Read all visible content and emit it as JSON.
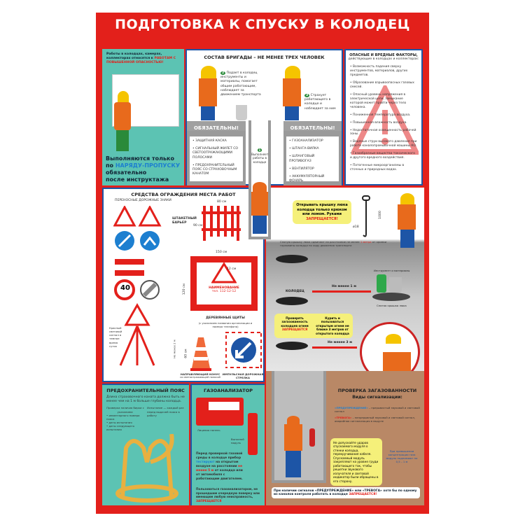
{
  "title": "ПОДГОТОВКА К СПУСКУ В КОЛОДЕЦ",
  "colors": {
    "frame": "#e3201b",
    "teal": "#5cc3b3",
    "blue": "#1d55a6",
    "brown": "#b98866",
    "bubble": "#f5f07a"
  },
  "permit": {
    "intro": "Работы в колодцах, камерах, коллекторах относятся к",
    "intro_red": "РАБОТАМ С ПОВЫШЕННОЙ ОПАСНОСТЬЮ!",
    "line1": "Выполняются только",
    "line2_pre": "по ",
    "line2_blue": "НАРЯДУ-ПРОПУСКУ",
    "line3": "обязательно",
    "line4": "после инструктажа"
  },
  "brigade": {
    "title": "СОСТАВ БРИГАДЫ – НЕ МЕНЕЕ ТРЕХ ЧЕЛОВЕК",
    "step1_num": "1",
    "step1": "Выполняет работы в колодце",
    "step2_num": "2",
    "step2": "Подает в колодец инструменты и материалы, помогает общим работающим, наблюдает за движением транспорта",
    "step3_num": "3",
    "step3": "Страхует работающего в колодце и наблюдает за ним",
    "left_box": {
      "title": "ОБЯЗАТЕЛЬНЫ!",
      "items": [
        "• ЗАЩИТНАЯ КАСКА",
        "• СИГНАЛЬНЫЙ ЖИЛЕТ СО СВЕТООТРАЖАЮЩИМИ ПОЛОСАМИ",
        "• ПРЕДОХРАНИТЕЛЬНЫЙ ПОЯС СО СТРАХОВОЧНЫМ КАНАТОМ"
      ]
    },
    "right_box": {
      "title": "ОБЯЗАТЕЛЬНЫ!",
      "items": [
        "• ГАЗОАНАЛИЗАТОР",
        "• ШТАНГА-ВИЛКА",
        "• ШЛАНГОВЫЙ ПРОТИВОГАЗ",
        "• ВЕНТИЛЯТОР",
        "• АККУМУЛЯТОРНЫЙ ФОНАРЬ"
      ]
    }
  },
  "hazards": {
    "title": "ОПАСНЫЕ И ВРЕДНЫЕ ФАКТОРЫ,",
    "subtitle": "действующие в колодцах и коллекторах:",
    "items": [
      "• Возможность падения сверху инструментов, материалов, других предметов.",
      "• Образование взрывоопасных газовых смесей.",
      "• Опасный уровень напряжения в электрической цепи, замыкание которой может пройти через тело человека.",
      "• Пониженная температура воздуха.",
      "• Повышенная влажность воздуха.",
      "• Недостаточная освещенность рабочей зоны.",
      "• Водяные струи высокого давления при работе каналопромывочной машины КО.",
      "• Газообразные вещества токсического и другого вредного воздействия.",
      "• Патогенные микроорганизмы в сточных и природных водах."
    ]
  },
  "fencing": {
    "title": "СРЕДСТВА ОГРАЖДЕНИЯ МЕСТА РАБОТ",
    "signs_label": "ПЕРЕНОСНЫЕ ДОРОЖНЫЕ ЗНАКИ",
    "speed": "40",
    "barrier_label": "ШТАКЕТНЫЙ БАРЬЕР",
    "barrier_w": "80 см",
    "barrier_h": "90 см",
    "shield_w": "150 см",
    "shield_h": "120 см",
    "shield_stripe": "12 см",
    "shield_org": "НАИМЕНОВАНИЕ",
    "shield_tel": "тел. 112-12-12",
    "shield_label": "ДЕРЕВЯННЫЕ ЩИТЫ",
    "shield_sub": "(с указанием названия организации и номера телефона)",
    "lamp_label": "Красный световой сигнал в темное время суток",
    "tripod_h": "Не менее 2 м",
    "cone_label": "НАПРАВЛЯЮЩИЙ КОНУС",
    "cone_sub": "со светоотражающей полосой",
    "cone_h": "60 см",
    "arrow_label": "ИМПУЛЬСНАЯ ДОРОЖНАЯ СТРЕЛКА"
  },
  "manhole": {
    "bubble_pre": "Открывать крышку люка колодца только крюком или ломом.",
    "bubble_red": "ЗАПРЕЩАЕТСЯ!",
    "bubble_hands": "Руками",
    "hook_len": "1000",
    "hook_d": "ø18",
    "cover_note_pre": "Снятую крышку люка сдвигают на расстояние не менее ",
    "cover_note_red": "1 метра",
    "cover_note_post": " от кромки горловины колодца по ходу движения транспорта",
    "well": "КОЛОДЕЦ",
    "dist1": "Не менее 1 м",
    "tools": "Инструмент и материалы",
    "cover_removed": "Снятая крышка люка",
    "bubble2_pre": "Проверять загазованность колодцев огнем",
    "bubble2_red": "ЗАПРЕЩАЕТСЯ",
    "bubble3": "Курить и пользоваться открытым огнем не ближе 3 метров от открытого колодца",
    "dist3": "Не менее 3 м"
  },
  "belt": {
    "title": "ПРЕДОХРАНИТЕЛЬНЫЙ ПОЯС",
    "text": "Длина страховочного каната должна быть не менее чем на 1 м больше глубины колодца.",
    "col1": "Проверка наличия бирки с указанием:",
    "col1_items": [
      "• инвентарного номера пояса",
      "• даты испытания",
      "• даты следующего испытания"
    ],
    "col2": "Испытание — каждый раз перед выдачей пояса в работу"
  },
  "gas": {
    "title": "ГАЗОАНАЛИЗАТОР",
    "panel": "Лицевая панель",
    "module": "Выносной модуль",
    "text1_pre": "Перед проверкой газовой среды в колодце прибор ",
    "text1_blue": "тестируют",
    "text1_mid": " на открытом воздухе на расстоянии ",
    "text1_red": "не менее 5 м",
    "text1_post": " от колодца или от автомобиля с работающим двигателем.",
    "text2": "Пользоваться газоанализатором, не прошедшим очередную поверку или имеющим любую неисправность,",
    "text2_red": "ЗАПРЕЩАЕТСЯ"
  },
  "check": {
    "title": "ПРОВЕРКА ЗАГАЗОВАННОСТИ",
    "subtitle": "Виды сигнализации:",
    "warn": "«ПРЕДУПРЕЖДЕНИЕ»",
    "warn_text": "– прерывистый звуковой и световой сигнал",
    "alarm": "«ТРЕВОГА»",
    "alarm_text": "– непрерывный звуковой и световой сигнал, аварийная сигнализация в модуле",
    "bubble": "Не допускайте ударов спускаемого модуля о стенки колодца, перекручивания кабеля. Спускаемый модуль закрепляют на уровне груди работающего так, чтобы решетки звукового излучателя и световой индикатор были обращены в его сторону.",
    "side": "При превышении концентрации газа модуль поднимают на 0,5 – 1 м",
    "warning_pre": "При наличии сигналов «ПРЕДУПРЕЖДЕНИЕ» или «ТРЕВОГА» хотя бы по одному из каналов контроля работать в колодце",
    "warning_red": "ЗАПРЕЩАЕТСЯ!"
  }
}
